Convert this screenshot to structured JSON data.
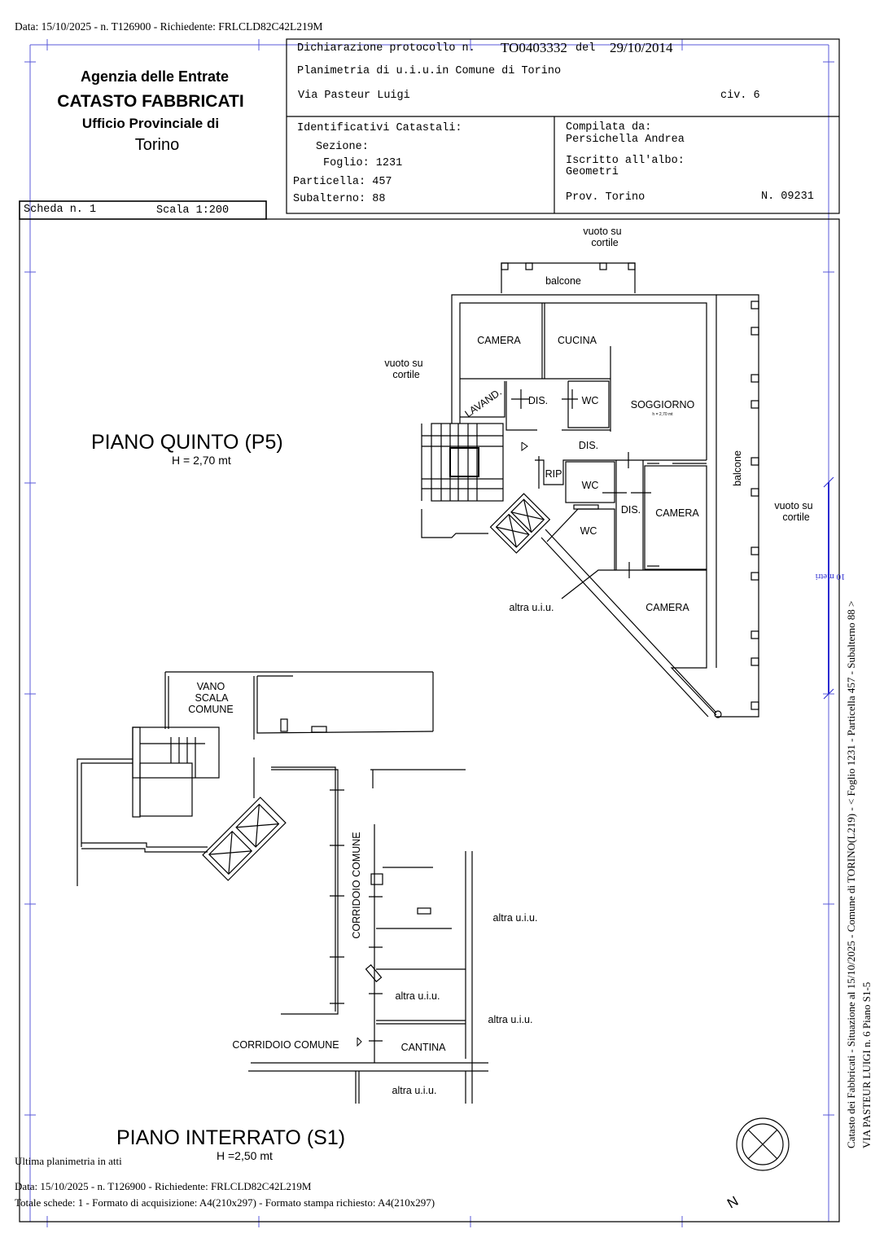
{
  "top_header": "Data: 15/10/2025 - n. T126900 - Richiedente: FRLCLD82C42L219M",
  "agency": {
    "line1": "Agenzia delle Entrate",
    "line2": "CATASTO FABBRICATI",
    "line3": "Ufficio Provinciale di",
    "line4": "Torino"
  },
  "scheda": {
    "label": "Scheda n. 1",
    "scale": "Scala 1:200"
  },
  "declaration": {
    "protocol_label": "Dichiarazione protocollo n.",
    "protocol_number": "TO0403332",
    "del_label": "del",
    "date": "29/10/2014",
    "planimetria": "Planimetria di u.i.u.in Comune di Torino",
    "address": "Via Pasteur Luigi",
    "civ": "civ. 6"
  },
  "identificativi": {
    "title": "Identificativi Catastali:",
    "sezione": "Sezione:",
    "foglio": "Foglio: 1231",
    "particella": "Particella: 457",
    "subalterno": "Subalterno: 88"
  },
  "compilata": {
    "label": "Compilata da:",
    "name": "Persichella Andrea",
    "albo_label": "Iscritto all'albo:",
    "albo": "Geometri",
    "prov": "Prov. Torino",
    "number": "N. 09231"
  },
  "plan_upper": {
    "title": "PIANO QUINTO (P5)",
    "height": "H = 2,70 mt",
    "rooms": {
      "vuoto_top": "vuoto su",
      "vuoto_top2": "cortile",
      "vuoto_left": "vuoto su",
      "vuoto_left2": "cortile",
      "vuoto_right": "vuoto su",
      "vuoto_right2": "cortile",
      "balcone_top": "balcone",
      "balcone_right": "balcone",
      "camera1": "CAMERA",
      "cucina": "CUCINA",
      "lavand": "LAVAND.",
      "dis1": "DIS.",
      "wc1": "WC",
      "soggiorno": "SOGGIORNO",
      "soggiorno_h": "h = 2,70 mt",
      "dis2": "DIS.",
      "rip": "RIP",
      "wc2": "WC",
      "dis3": "DIS.",
      "camera2": "CAMERA",
      "wc3": "WC",
      "altra": "altra u.i.u.",
      "camera3": "CAMERA"
    }
  },
  "plan_lower": {
    "title": "PIANO INTERRATO (S1)",
    "height": "H =2,50 mt",
    "rooms": {
      "vano1": "VANO",
      "vano2": "SCALA",
      "vano3": "COMUNE",
      "corridoio_v": "CORRIDOIO COMUNE",
      "corridoio_h": "CORRIDOIO COMUNE",
      "altra1": "altra u.i.u.",
      "altra2": "altra u.i.u.",
      "altra3": "altra u.i.u.",
      "altra4": "altra u.i.u.",
      "cantina": "CANTINA"
    }
  },
  "scale_bar": "10 metri",
  "north": "N",
  "side_text": {
    "line1": "Catasto dei Fabbricati - Situazione al 15/10/2025 - Comune di TORINO(L219) - < Foglio 1231 - Particella  457 - Subalterno 88 >",
    "line2": "VIA PASTEUR LUIGI n. 6 Piano S1-5"
  },
  "footer": {
    "ultima": "Ultima planimetria in atti",
    "data": "Data: 15/10/2025 - n. T126900 - Richiedente: FRLCLD82C42L219M",
    "totale": "Totale schede: 1 - Formato di acquisizione: A4(210x297)  - Formato stampa richiesto: A4(210x297)"
  },
  "colors": {
    "frame_blue": "#3b3bd0",
    "ink": "#000000"
  }
}
